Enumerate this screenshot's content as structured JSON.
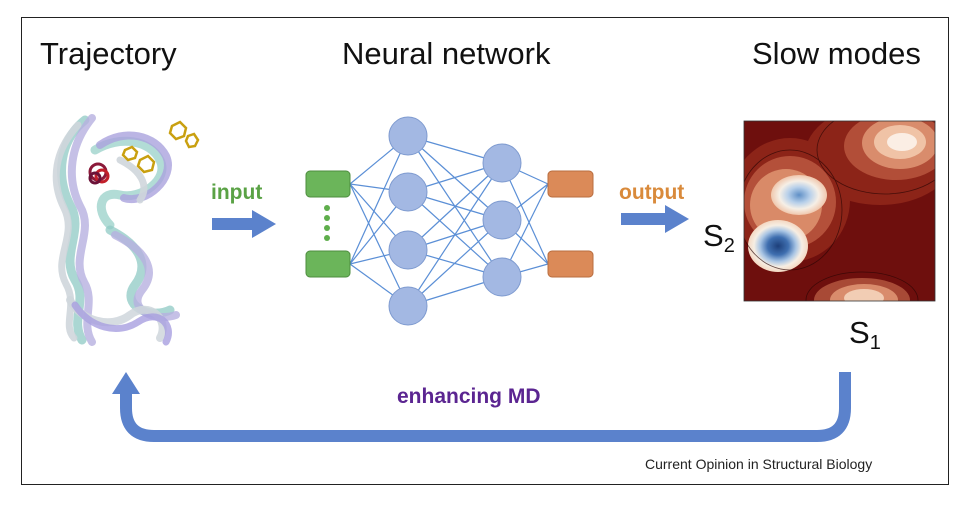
{
  "titles": {
    "trajectory": "Trajectory",
    "neural_network": "Neural network",
    "slow_modes": "Slow modes"
  },
  "labels": {
    "input": "input",
    "output": "output",
    "enhancing": "enhancing MD",
    "s2_main": "S",
    "s2_sub": "2",
    "s1_main": "S",
    "s1_sub": "1"
  },
  "credit": "Current Opinion in Structural Biology",
  "colors": {
    "input_node": "#6bb55a",
    "hidden_node": "#a3b8e3",
    "output_node": "#db8a58",
    "edge": "#5b8fd6",
    "arrow": "#5b82cc",
    "input_text": "#5aa245",
    "output_text": "#d98a3b",
    "enhancing_text": "#5b2591"
  },
  "icons": {
    "protein": "protein-structure-icon",
    "free_energy": "free-energy-landscape-heatmap"
  }
}
